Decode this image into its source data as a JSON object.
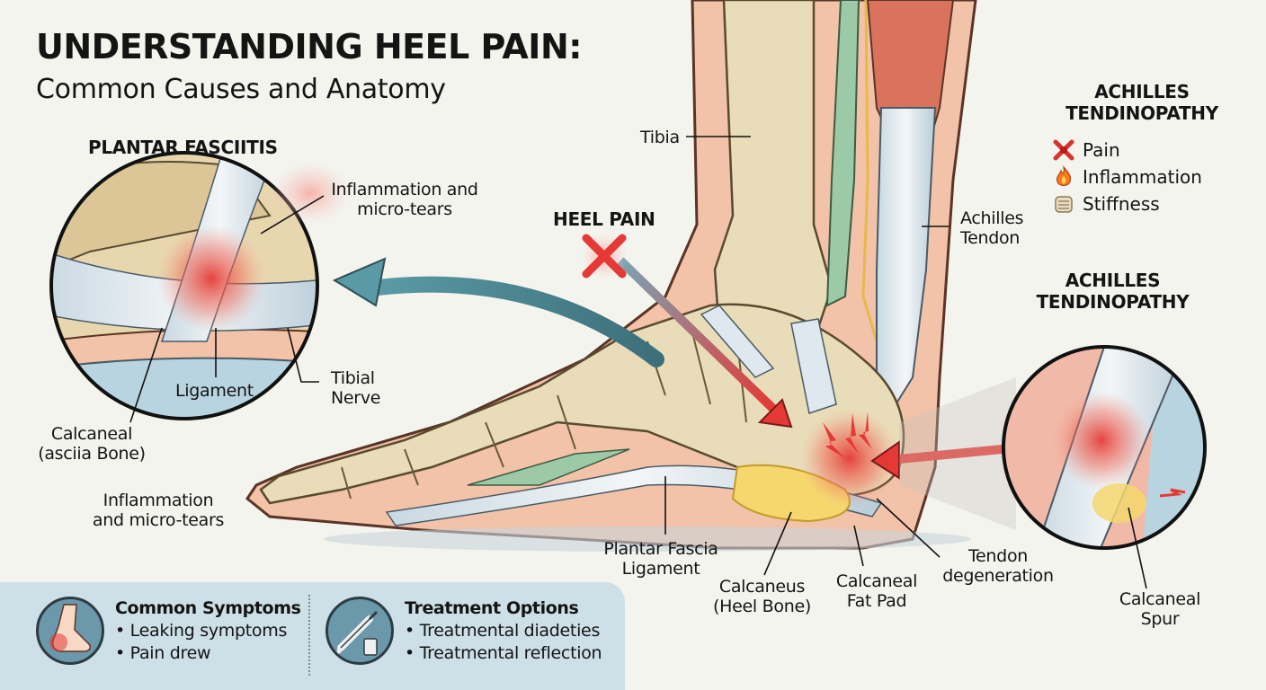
{
  "header": {
    "title": "UNDERSTANDING HEEL PAIN:",
    "subtitle": "Common Causes and Anatomy"
  },
  "plantar_fasciitis": {
    "heading": "PLANTAR FASCIITIS",
    "labels": {
      "inflammation": [
        "Inflammation and",
        "micro-tears"
      ],
      "ligament": "Ligament",
      "tibial_nerve": [
        "Tibial",
        "Nerve"
      ],
      "calcaneal": [
        "Calcaneal",
        "(asciia Bone)"
      ],
      "inflammation_2": [
        "Inflammation",
        "and micro-tears"
      ]
    }
  },
  "center": {
    "heel_pain": "HEEL PAIN",
    "labels": {
      "tibia": "Tibia",
      "achilles_tendon": [
        "Achilles",
        "Tendon"
      ],
      "plantar_fascia": [
        "Plantar Fascia",
        "Ligament"
      ],
      "calcaneus": [
        "Calcaneus",
        "(Heel Bone)"
      ],
      "fat_pad": [
        "Calcaneal",
        "Fat Pad"
      ],
      "tendon_degeneration": [
        "Tendon",
        "degeneration"
      ]
    }
  },
  "achilles_summary": {
    "heading": [
      "ACHILLES",
      "TENDINOPATHY"
    ],
    "symptoms": [
      {
        "icon": "pain-burst-icon",
        "label": "Pain"
      },
      {
        "icon": "flame-icon",
        "label": "Inflammation"
      },
      {
        "icon": "stiffness-icon",
        "label": "Stiffness"
      }
    ]
  },
  "achilles_detail": {
    "heading": [
      "ACHILLES",
      "TENDINOPATHY"
    ],
    "labels": {
      "calcaneal_spur": [
        "Calcaneal",
        "Spur"
      ]
    }
  },
  "bottom_panel": {
    "symptoms": {
      "title": "Common Symptoms",
      "items": [
        "• Leaking symptoms",
        "• Pain drew"
      ]
    },
    "treatment": {
      "title": "Treatment Options",
      "items": [
        "• Treatmental diadeties",
        "• Treatmental reflection"
      ]
    }
  },
  "colors": {
    "background": "#f4f4ef",
    "skin": "#f2c3a8",
    "bone": "#e9dcb8",
    "tendon": "#dfe8ee",
    "muscle": "#d9735e",
    "inflammation_red": "#e53935",
    "arrow_teal": "#5a9aa6",
    "panel_blue": "#cde0e8",
    "fat_yellow": "#f5d76e"
  }
}
